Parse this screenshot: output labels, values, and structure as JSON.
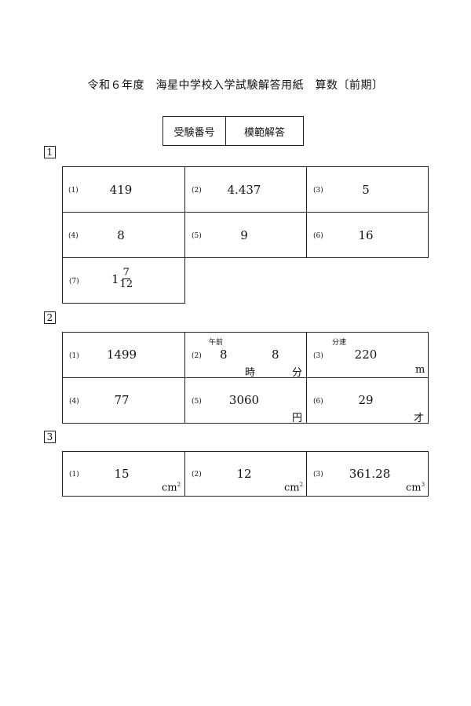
{
  "title": "令和６年度　海星中学校入学試験解答用紙　算数〔前期〕",
  "exam": {
    "label": "受験番号",
    "value": "模範解答"
  },
  "sections": [
    {
      "number": "1",
      "items": [
        {
          "label": "(1)",
          "answer": "419"
        },
        {
          "label": "(2)",
          "answer": "4.437"
        },
        {
          "label": "(3)",
          "answer": "5"
        },
        {
          "label": "(4)",
          "answer": "8"
        },
        {
          "label": "(5)",
          "answer": "9"
        },
        {
          "label": "(6)",
          "answer": "16"
        },
        {
          "label": "(7)",
          "whole": "1",
          "numerator": "7",
          "denominator": "12"
        }
      ]
    },
    {
      "number": "2",
      "items": [
        {
          "label": "(1)",
          "answer": "1499"
        },
        {
          "label": "(2)",
          "prefix": "午前",
          "hour": "8",
          "hour_unit": "時",
          "minute": "8",
          "minute_unit": "分"
        },
        {
          "label": "(3)",
          "prefix": "分速",
          "answer": "220",
          "unit": "m"
        },
        {
          "label": "(4)",
          "answer": "77"
        },
        {
          "label": "(5)",
          "answer": "3060",
          "unit": "円"
        },
        {
          "label": "(6)",
          "answer": "29",
          "unit": "才"
        }
      ]
    },
    {
      "number": "3",
      "items": [
        {
          "label": "(1)",
          "answer": "15",
          "unit": "cm",
          "unit_sup": "2"
        },
        {
          "label": "(2)",
          "answer": "12",
          "unit": "cm",
          "unit_sup": "2"
        },
        {
          "label": "(3)",
          "answer": "361.28",
          "unit": "cm",
          "unit_sup": "3"
        }
      ]
    }
  ]
}
